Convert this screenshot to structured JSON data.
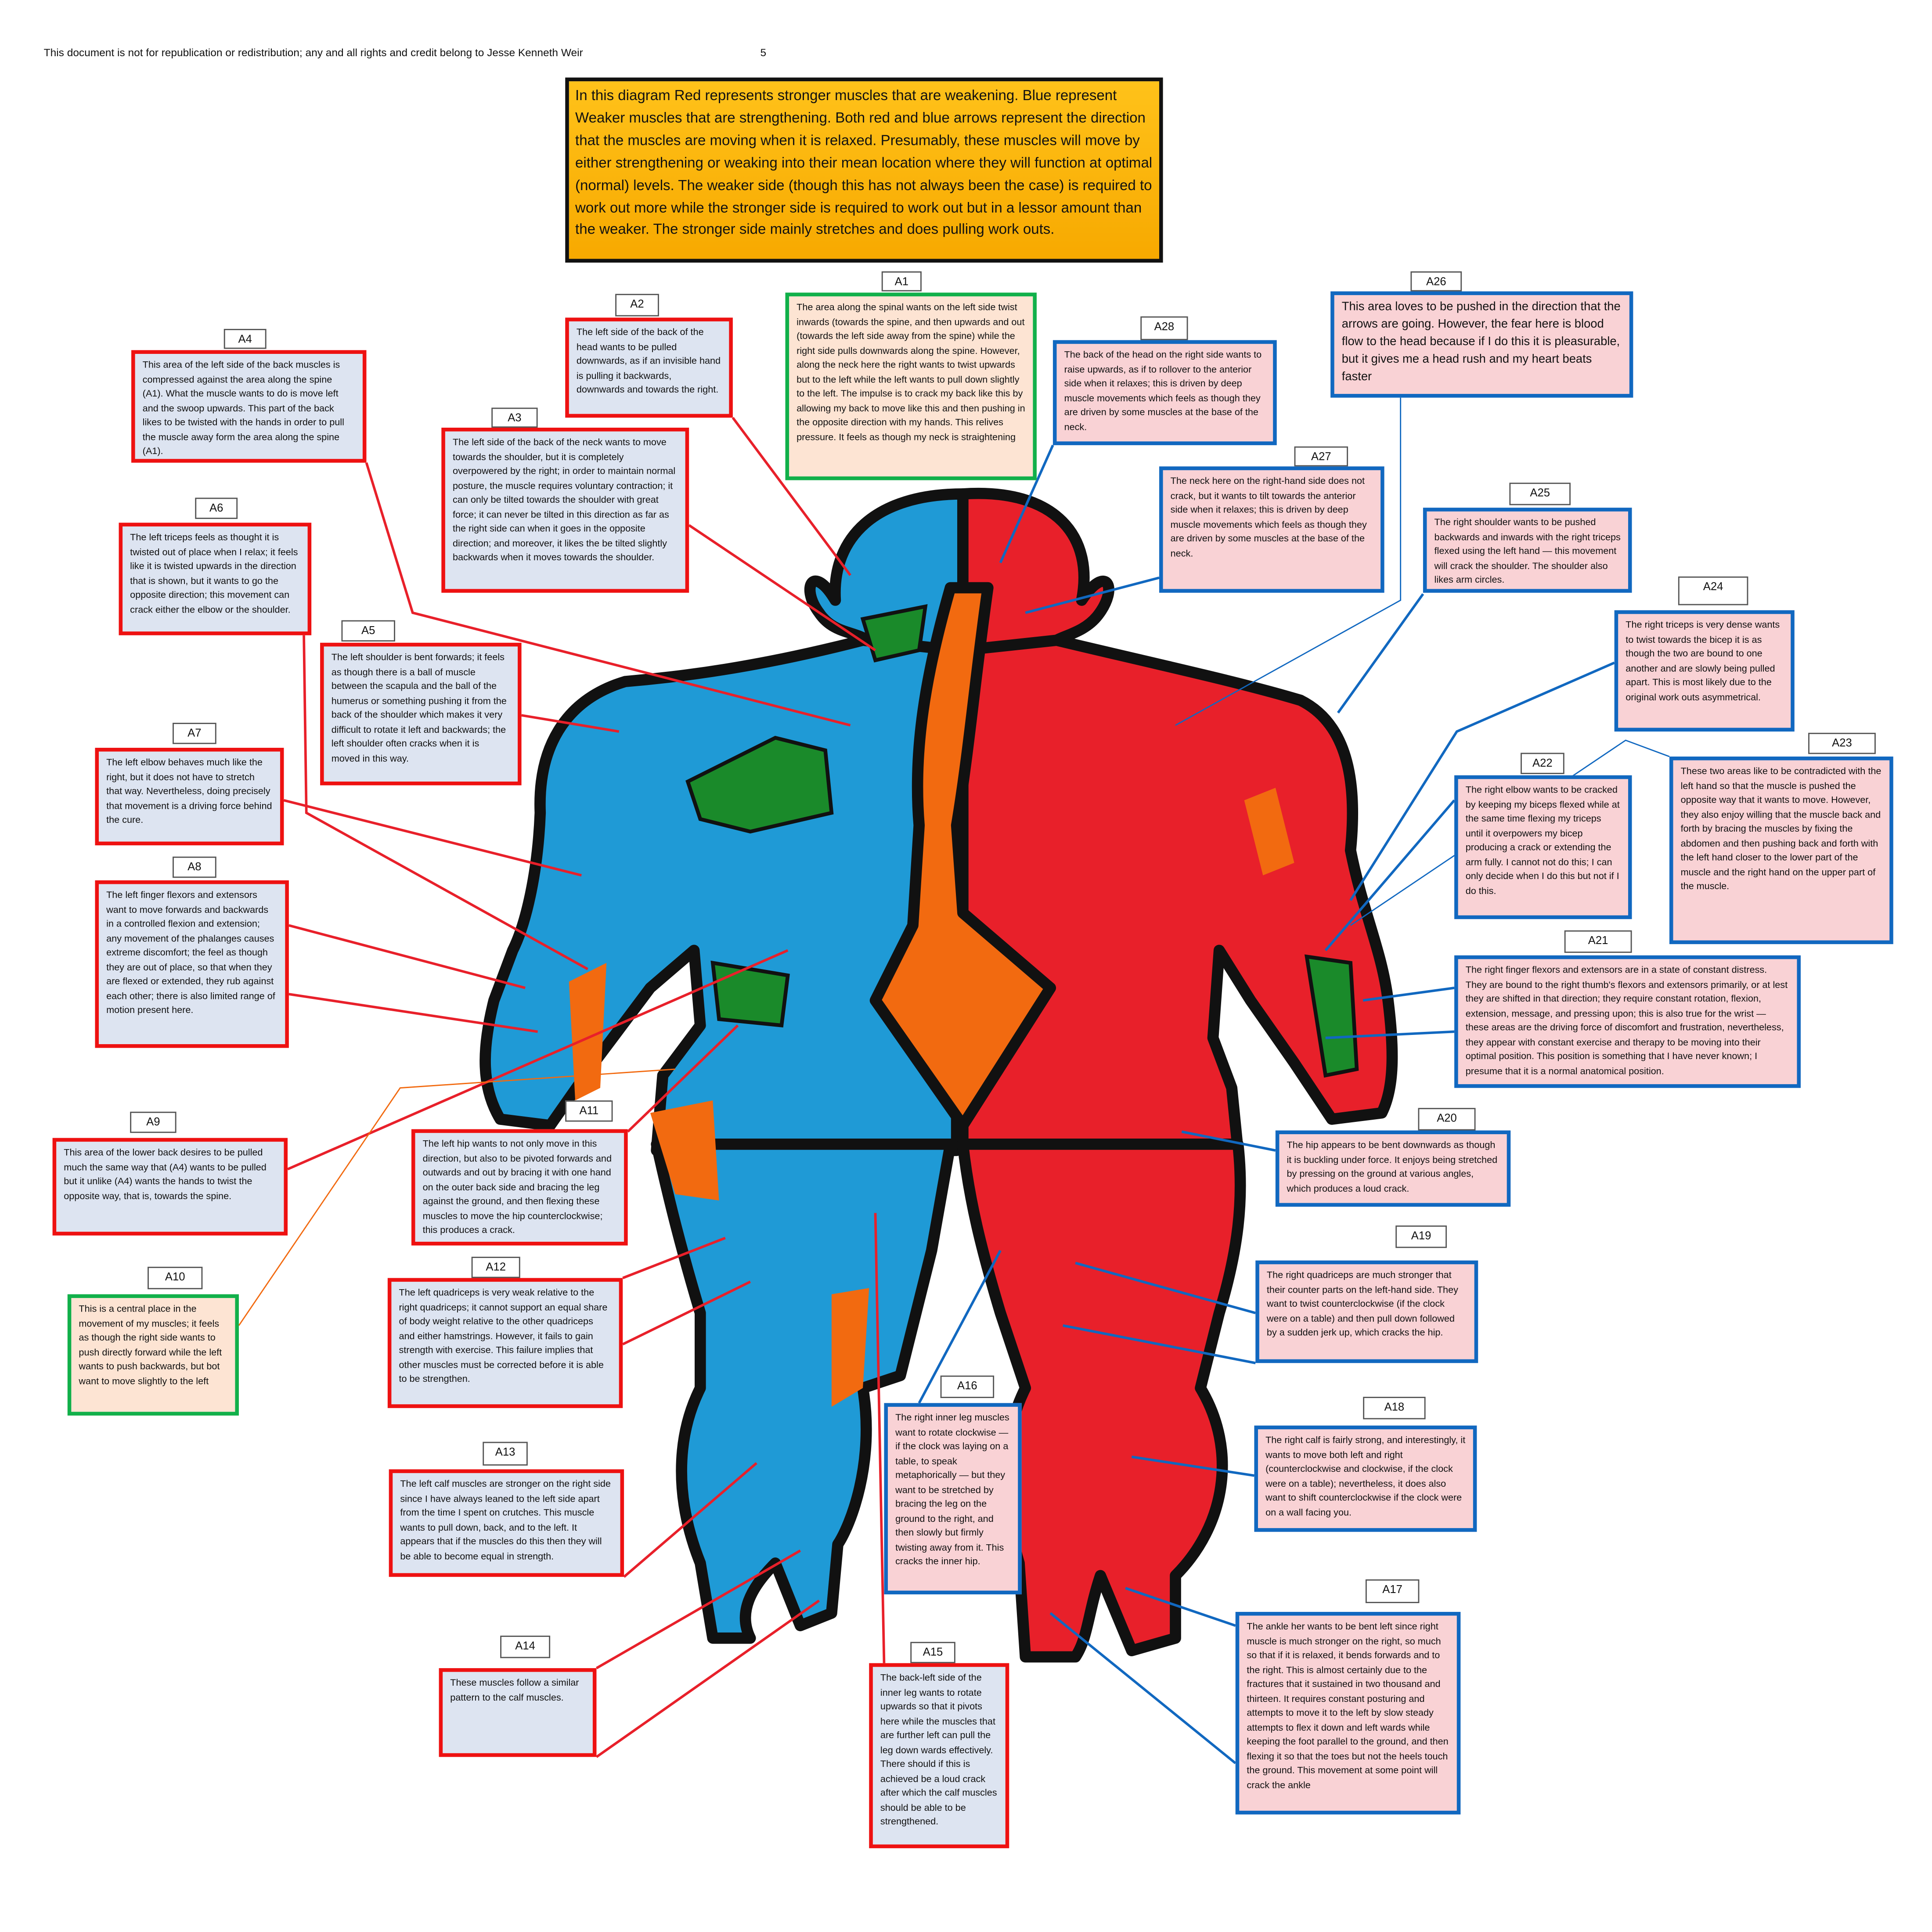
{
  "header": {
    "notice": "This document is not for republication or redistribution; any and all rights and credit belong to Jesse Kenneth Weir",
    "page_number": "5"
  },
  "intro": "In this diagram Red represents stronger muscles that are weakening. Blue represent Weaker muscles that are strengthening. Both red and blue arrows represent the direction that the muscles are moving when it is relaxed. Presumably, these muscles will move by either strengthening or weaking into their mean location where they will function at optimal (normal) levels. The weaker side (though this has not always been the case) is required to work out more while the stronger side is required to work out but in a lessor amount than the weaker. The stronger side mainly stretches and does pulling work outs.",
  "colors": {
    "stronger_weakening": "#e8202a",
    "weaker_strengthening": "#1f9ad6",
    "spine": "#f26a10",
    "green_area": "#1a8a2a",
    "red_border": "#ee1111",
    "blue_border": "#1168c0",
    "green_border": "#11b04a"
  },
  "annotations": [
    {
      "id": "A1",
      "style": "green",
      "text": "The area along the spinal wants on the left side twist inwards (towards the spine, and then upwards and out (towards the left side away from the spine) while the right side pulls downwards along the spine. However, along the neck here the right wants to twist upwards but to the left while the left wants to pull down slightly to the left. The impulse is to crack my back like this by allowing my back to move like this and then pushing in the opposite direction with my hands. This relives pressure. It feels as though my neck is straightening"
    },
    {
      "id": "A2",
      "style": "red",
      "text": "The left side of the back of the head wants to be pulled downwards, as if an invisible hand is pulling it backwards, downwards and towards the right."
    },
    {
      "id": "A3",
      "style": "red",
      "text": "The left side of the back of the neck wants to move towards the shoulder, but it is completely overpowered by the right; in order to maintain normal posture, the muscle requires voluntary contraction; it can only be tilted towards the shoulder with great force; it can never be tilted in this direction as far as the right side can when it goes in the opposite direction; and moreover, it likes the be tilted slightly backwards when it moves towards the shoulder."
    },
    {
      "id": "A4",
      "style": "red",
      "text": "This area of the left side of the back muscles is compressed against the area along the spine (A1). What the muscle wants to do is move left and the swoop upwards. This part of the back likes to be twisted with the hands in order to pull the muscle away form the area along the spine (A1)."
    },
    {
      "id": "A5",
      "style": "red",
      "text": "The left shoulder is bent forwards; it feels as though there is a ball of muscle between the scapula and the ball of the humerus or something pushing it from the back of the shoulder which makes it very difficult to rotate it left and backwards; the left shoulder often cracks when it is moved in this way."
    },
    {
      "id": "A6",
      "style": "red",
      "text": "The left triceps feels as thought it is twisted out of place when I relax; it feels like it is twisted upwards in the direction that is shown, but it wants to go the opposite direction; this movement can crack either the elbow or the shoulder."
    },
    {
      "id": "A7",
      "style": "red",
      "text": "The left elbow behaves much like the right, but it does not have to stretch that way. Nevertheless, doing precisely that movement is a driving force behind the cure."
    },
    {
      "id": "A8",
      "style": "red",
      "text": "The left finger flexors and extensors want to move forwards and backwards in a controlled flexion and extension; any movement of the phalanges causes extreme discomfort; the feel as though they are out of place, so that when they are flexed or extended, they rub against each other; there is also limited range of motion present here."
    },
    {
      "id": "A9",
      "style": "red",
      "text": "This area of the lower back desires to be pulled much the same way that (A4) wants to be pulled but it unlike (A4) wants the hands to twist the opposite way, that is, towards the spine."
    },
    {
      "id": "A10",
      "style": "green",
      "text": "This is a central place in the movement of my muscles; it feels as though the right side wants to push directly forward while the left wants to push backwards, but bot want to move slightly to the left"
    },
    {
      "id": "A11",
      "style": "red",
      "text": "The left hip wants to not only move in this direction, but also to be pivoted forwards and outwards and out by bracing it with one hand on the outer back side and bracing the leg against the ground, and then flexing these muscles to move the hip counterclockwise; this produces a crack."
    },
    {
      "id": "A12",
      "style": "red",
      "text": "The left quadriceps is very weak relative to the right quadriceps; it cannot support an equal share of body weight relative to the other quadriceps and either hamstrings. However, it fails to gain strength with exercise. This failure implies that other muscles must be corrected before it is able to be strengthen."
    },
    {
      "id": "A13",
      "style": "red",
      "text": "The left calf muscles are stronger on the right side since I have always leaned to the left side apart from the time I spent on crutches. This muscle wants to pull down, back, and to the left. It appears that if the muscles do this then they will be able to become equal in strength."
    },
    {
      "id": "A14",
      "style": "red",
      "text": "These muscles follow a similar pattern to the calf muscles."
    },
    {
      "id": "A15",
      "style": "red",
      "text": "The back-left side of the inner leg wants to rotate upwards so that it pivots here while the muscles that are further left can pull the leg down wards effectively. There should if this is achieved be a loud crack after which the calf muscles should be able to be strengthened."
    },
    {
      "id": "A16",
      "style": "blue",
      "text": "The right inner leg muscles want to rotate clockwise — if the clock was laying on a table, to speak metaphorically — but they want to be stretched by bracing the leg on the ground to the right, and then slowly but firmly twisting away from it. This cracks the inner hip."
    },
    {
      "id": "A17",
      "style": "blue",
      "text": "The ankle her wants to be bent left since right muscle is much stronger on the right, so much so that if it is relaxed, it bends forwards and to the right. This is almost certainly due to the fractures that it sustained in two thousand and thirteen. It requires constant posturing and attempts to move it to the left by slow steady attempts to flex it down and left wards while keeping the foot parallel to the ground, and then flexing it so that the toes but not the heels touch the ground. This movement at some point will crack the ankle"
    },
    {
      "id": "A18",
      "style": "blue",
      "text": "The right calf is fairly strong, and interestingly, it wants to move both left and right (counterclockwise and clockwise, if the clock were on a table); nevertheless, it does also want to shift counterclockwise if the clock were on a wall facing you."
    },
    {
      "id": "A19",
      "style": "blue",
      "text": "The right quadriceps are much stronger that their counter parts on the left-hand side. They want to twist counterclockwise (if the clock were on a table) and then pull down followed by a sudden jerk up, which cracks the hip."
    },
    {
      "id": "A20",
      "style": "blue",
      "text": "The hip appears to be bent downwards as though it is buckling under force. It enjoys being stretched by pressing on the ground at various angles, which produces a loud crack."
    },
    {
      "id": "A21",
      "style": "blue",
      "text": "The right finger flexors and extensors are in a state of constant distress. They are bound to the right thumb's flexors and extensors primarily, or at lest they are shifted in that direction; they require constant rotation, flexion, extension, message, and pressing upon; this is also true for the wrist — these areas are the driving force of discomfort and frustration, nevertheless, they appear with constant exercise and therapy to be moving into their optimal position. This position is something that I have never known; I presume that it is a normal anatomical position."
    },
    {
      "id": "A22",
      "style": "blue",
      "text": "The right elbow wants to be cracked by keeping my biceps flexed while at the same time flexing my triceps until it overpowers my bicep producing a crack or extending the arm fully. I cannot not do this; I can only decide when I do this but not if I do this."
    },
    {
      "id": "A23",
      "style": "blue",
      "text": "These two areas like to be contradicted with the left hand so that the muscle is pushed the opposite way that it wants to move. However, they also enjoy willing that the muscle back and forth by bracing the muscles by fixing the abdomen and then pushing back and forth with the left hand closer to the lower part of the muscle and the right hand on the upper part of the muscle."
    },
    {
      "id": "A24",
      "style": "blue",
      "text": "The right triceps is very dense wants to twist towards the bicep it is as though the two are bound to one another and are slowly being pulled apart. This is most likely due to the original work outs asymmetrical."
    },
    {
      "id": "A25",
      "style": "blue",
      "text": "The right shoulder wants to be pushed backwards and inwards with the right triceps flexed using the left hand — this movement will crack the shoulder. The shoulder also likes arm circles."
    },
    {
      "id": "A26",
      "style": "blue",
      "text": "This area loves to be pushed in the direction that the arrows are going. However, the fear here is blood flow to the head because if I do this it is pleasurable, but it gives me a head rush and my heart beats faster"
    },
    {
      "id": "A27",
      "style": "blue",
      "text": "The neck here on the right-hand side does not crack, but it wants to tilt towards the anterior side when it relaxes; this is driven by deep muscle movements which feels as though they are driven by some muscles at the base of the neck."
    },
    {
      "id": "A28",
      "style": "blue",
      "text": "The back of the head on the right side wants to raise upwards, as if to rollover to the anterior side when it relaxes; this is driven by deep muscle movements which feels as though they are driven by some muscles at the base of the neck."
    }
  ]
}
